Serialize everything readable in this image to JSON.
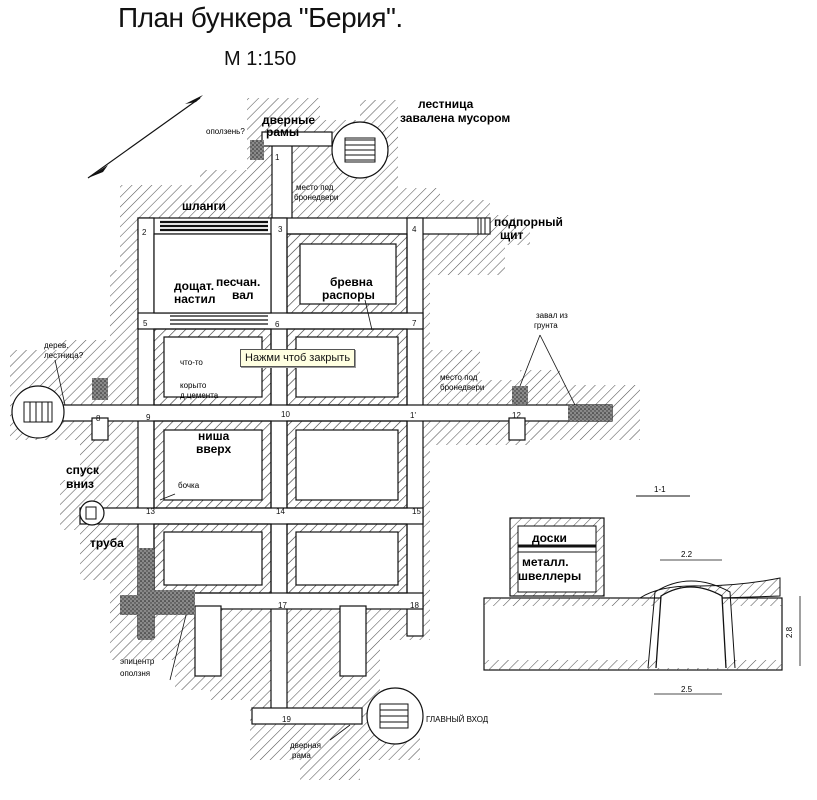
{
  "title": "План бункера \"Берия\".",
  "scale": "М 1:150",
  "tooltip": "Нажми чтоб закрыть",
  "labels": {
    "ladder_blocked_1": "лестница",
    "ladder_blocked_2": "завалена мусором",
    "door_frames_1": "дверные",
    "door_frames_2": "рамы",
    "landslide_q": "оползень?",
    "armor_door_1": "место под",
    "armor_door_2": "бронедвери",
    "hoses": "шланги",
    "support_shield_1": "подпорный",
    "support_shield_2": "щит",
    "plank_1": "дощат.",
    "plank_2": "настил",
    "sand_1": "песчан.",
    "sand_2": "вал",
    "logs_1": "бревна",
    "logs_2": "распоры",
    "collapse_1": "завал из",
    "collapse_2": "грунта",
    "wood_ladder_1": "дерев.",
    "wood_ladder_2": "лестница?",
    "something": "что-то",
    "trough_1": "корыто",
    "trough_2": "д цемента",
    "armor_door_b_1": "место под",
    "armor_door_b_2": "бронедвери",
    "niche_1": "ниша",
    "niche_2": "вверх",
    "barrel": "бочка",
    "descent_1": "спуск",
    "descent_2": "вниз",
    "pipe": "труба",
    "epicenter_1": "эпицентр",
    "epicenter_2": "оползня",
    "main_entrance": "ГЛАВНЫЙ ВХОД",
    "door_frame_1": "дверная",
    "door_frame_2": "рама",
    "section_title": "1-1",
    "boards": "доски",
    "metal_1": "металл.",
    "metal_2": "швеллеры",
    "dim_top": "2.2",
    "dim_bottom": "2.5",
    "dim_side": "2.8"
  },
  "nodes": [
    "1",
    "2",
    "3",
    "4",
    "5",
    "6",
    "7",
    "8",
    "9",
    "10",
    "1'",
    "12",
    "13",
    "14",
    "15",
    "17",
    "18",
    "19"
  ]
}
